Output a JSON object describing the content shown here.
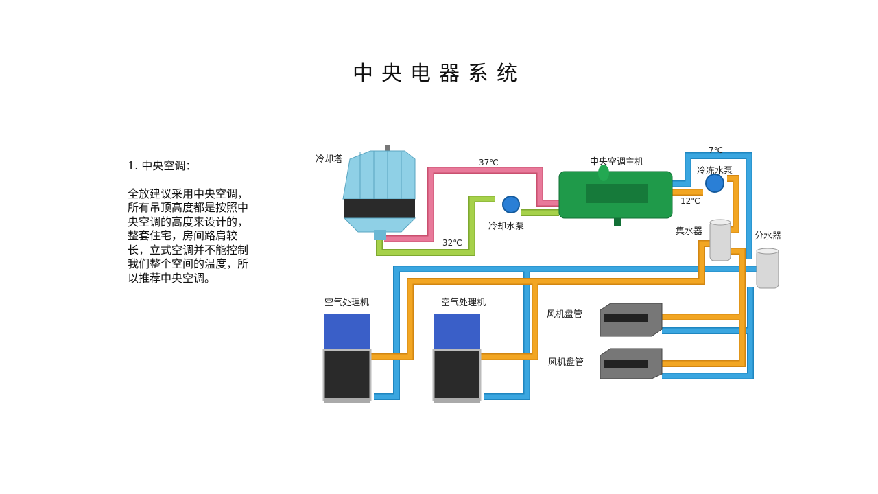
{
  "slide": {
    "title": "中央电器系统",
    "heading": "1. 中央空调：",
    "body": "全放建议采用中央空调，所有吊顶高度都是按照中央空调的高度来设计的，整套住宅，房间路肩较长，立式空调并不能控制我们整个空间的温度，所以推荐中央空调。"
  },
  "diagram": {
    "labels": {
      "cooling_tower": "冷却塔",
      "temp_37": "37℃",
      "chiller": "中央空调主机",
      "temp_7": "7℃",
      "chilled_pump": "冷冻水泵",
      "temp_12": "12℃",
      "cooling_pump": "冷却水泵",
      "temp_32": "32℃",
      "collector": "集水器",
      "distributor": "分水器",
      "ahu_1": "空气处理机",
      "ahu_2": "空气处理机",
      "fcu_1": "风机盘管",
      "fcu_2": "风机盘管"
    },
    "colors": {
      "hot_condenser": "#e8799a",
      "cool_condenser": "#a6d14a",
      "chilled_supply": "#3aa6e0",
      "chilled_return": "#f2a623",
      "chiller": "#1f9a4a",
      "ahu": "#3a5fc8"
    }
  }
}
